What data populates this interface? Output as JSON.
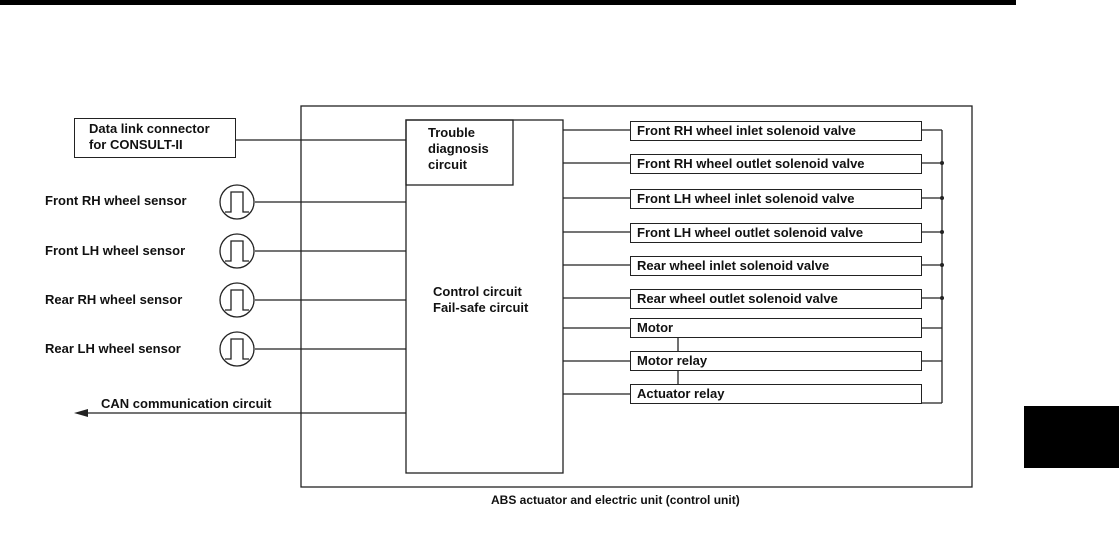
{
  "diagram": {
    "unit_label": "ABS actuator and electric unit (control unit)",
    "data_link": "Data link connector\nfor CONSULT-II",
    "trouble": "Trouble\ndiagnosis\ncircuit",
    "control": "Control circuit\nFail-safe circuit",
    "can": "CAN communication circuit",
    "sensors": [
      "Front RH wheel sensor",
      "Front LH wheel sensor",
      "Rear RH wheel sensor",
      "Rear LH wheel sensor"
    ],
    "outputs": [
      "Front RH wheel inlet solenoid valve",
      "Front RH wheel outlet solenoid valve",
      "Front LH wheel inlet solenoid valve",
      "Front LH wheel outlet solenoid valve",
      "Rear wheel inlet solenoid valve",
      "Rear wheel outlet solenoid valve",
      "Motor",
      "Motor relay",
      "Actuator relay"
    ]
  }
}
